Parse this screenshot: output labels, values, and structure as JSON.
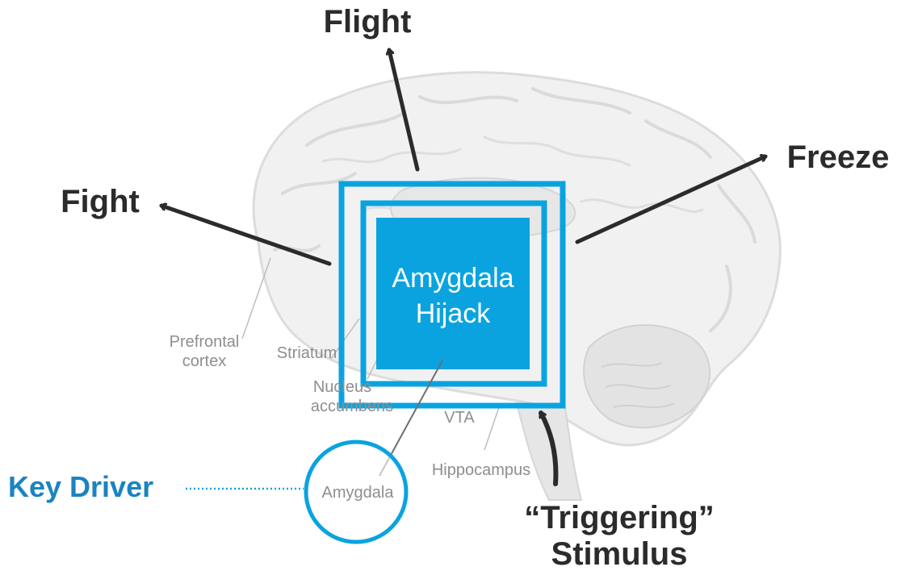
{
  "responses": {
    "flight": "Flight",
    "fight": "Fight",
    "freeze": "Freeze"
  },
  "center": {
    "line1": "Amygdala",
    "line2": "Hijack"
  },
  "anatomy": {
    "prefrontal_line1": "Prefrontal",
    "prefrontal_line2": "cortex",
    "striatum": "Striatum",
    "nucleus_line1": "Nucleus",
    "nucleus_line2": "accumbens",
    "vta": "VTA",
    "hippocampus": "Hippocampus",
    "amygdala": "Amygdala"
  },
  "key_driver": "Key Driver",
  "trigger": {
    "line1": "“Triggering”",
    "line2": "Stimulus"
  },
  "colors": {
    "accent": "#0aa3e0",
    "driver_text": "#1a84bf",
    "arrow": "#2b2b2b",
    "brain": "#e6e6e6"
  }
}
